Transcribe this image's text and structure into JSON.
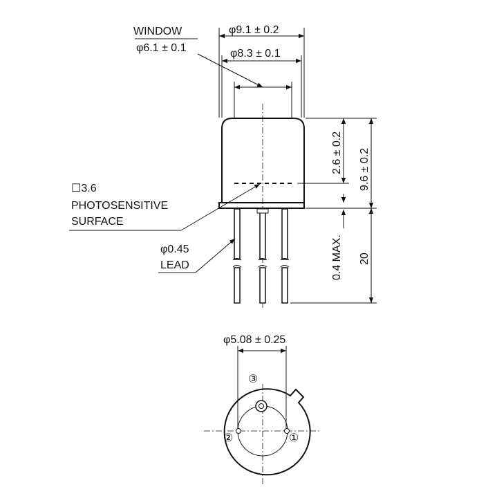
{
  "labels": {
    "window": "WINDOW",
    "window_dia": "φ6.1 ± 0.1",
    "outer_dia": "φ9.1 ± 0.2",
    "inner_dia": "φ8.3 ± 0.1",
    "surface_size": "☐3.6",
    "photosensitive": "PHOTOSENSITIVE",
    "surface": "SURFACE",
    "lead_dia": "φ0.45",
    "lead": "LEAD",
    "height_surface": "2.6 ± 0.2",
    "height_total": "9.6 ± 0.2",
    "flange_max": "0.4 MAX.",
    "lead_length": "20",
    "pin_circle": "φ5.08 ± 0.25",
    "pin1": "①",
    "pin2": "②",
    "pin3": "③"
  }
}
